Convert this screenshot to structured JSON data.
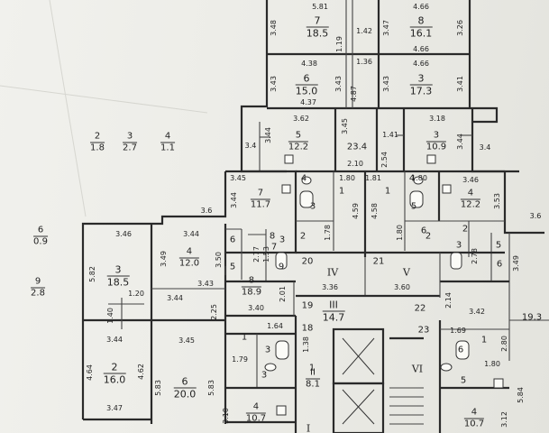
{
  "plan": {
    "dims": {
      "d_5_81": "5.81",
      "d_4_66_a": "4.66",
      "d_3_48": "3.48",
      "d_3_47": "3.47",
      "d_1_42": "1.42",
      "d_1_19": "1.19",
      "d_4_66_b": "4.66",
      "d_3_26_top": "3.26",
      "d_4_38": "4.38",
      "d_1_36": "1.36",
      "d_4_66_c": "4.66",
      "d_3_43_a": "3.43",
      "d_3_43_b": "3.43",
      "d_4_87": "4.87",
      "d_3_43_c": "3.43",
      "d_3_41": "3.41",
      "d_4_37": "4.37",
      "d_3_62": "3.62",
      "d_3_18": "3.18",
      "d_3_44_a": "3.44",
      "d_3_45_a": "3.45",
      "d_1_41": "1.41",
      "d_3_44_b": "3.44",
      "d_3_4_a": "3.4",
      "d_3_4_b": "3.4",
      "d_2_10": "2.10",
      "d_2_54": "2.54",
      "d_3_45_b": "3.45",
      "d_1_80_a": "1.80",
      "d_1_81": "1.81",
      "d_1_80_b": "1.80",
      "d_3_46_a": "3.46",
      "d_3_44_c": "3.44",
      "d_4_59": "4.59",
      "d_4_58": "4.58",
      "d_3_53": "3.53",
      "d_3_6_a": "3.6",
      "d_3_6_b": "3.6",
      "d_1_78": "1.78",
      "d_1_80_c": "1.80",
      "d_3_46_b": "3.46",
      "d_3_44_d": "3.44",
      "d_3_49_a": "3.49",
      "d_3_50": "3.50",
      "d_2_77": "2.77",
      "d_1_53": "1.53",
      "d_2_78": "2.78",
      "d_3_49_b": "3.49",
      "d_5_82": "5.82",
      "d_1_20": "1.20",
      "d_1_40": "1.40",
      "d_3_44_e": "3.44",
      "d_3_43_d": "3.43",
      "d_2_25": "2.25",
      "d_2_01": "2.01",
      "d_3_36": "3.36",
      "d_3_60": "3.60",
      "d_2_14": "2.14",
      "d_3_42": "3.42",
      "d_3_40": "3.40",
      "d_1_64": "1.64",
      "d_1_69": "1.69",
      "d_3_44_f": "3.44",
      "d_3_45_c": "3.45",
      "d_1_79": "1.79",
      "d_2_80": "2.80",
      "d_1_80_d": "1.80",
      "d_4_64": "4.64",
      "d_4_62": "4.62",
      "d_5_83_a": "5.83",
      "d_5_83_b": "5.83",
      "d_5_84": "5.84",
      "d_3_47_b": "3.47",
      "d_3_10": "3.10",
      "d_3_12": "3.12",
      "d_1_38": "1.38"
    },
    "rooms": {
      "r7_top": {
        "num": "7",
        "area": "18.5"
      },
      "r8_top": {
        "num": "8",
        "area": "16.1"
      },
      "r6_top": {
        "num": "6",
        "area": "15.0"
      },
      "r3_top": {
        "num": "3",
        "area": "17.3"
      },
      "r5_mid": {
        "num": "5",
        "area": "12.2"
      },
      "r23_4": {
        "num": "",
        "area": "23.4"
      },
      "r3_mid": {
        "num": "3",
        "area": "10.9"
      },
      "r7_mid": {
        "num": "7",
        "area": "11.7"
      },
      "r4_mid": {
        "num": "4",
        "area": "12.2"
      },
      "r3_left": {
        "num": "3",
        "area": "18.5"
      },
      "r4_left": {
        "num": "4",
        "area": "12.0"
      },
      "r8_mid": {
        "num": "8",
        "area": "18.9"
      },
      "r2_left": {
        "num": "2",
        "area": "16.0"
      },
      "r6_left": {
        "num": "6",
        "area": "20.0"
      },
      "r4_bl": {
        "num": "4",
        "area": "10.7"
      },
      "r4_br": {
        "num": "4",
        "area": "10.7"
      },
      "rIII": {
        "num": "III",
        "area": "14.7"
      },
      "rII": {
        "num": "II",
        "area": "8.1"
      },
      "rRight": {
        "num": "",
        "area": "19.3"
      }
    },
    "legend": {
      "l2": {
        "num": "2",
        "area": "1.8"
      },
      "l3": {
        "num": "3",
        "area": "2.7"
      },
      "l4": {
        "num": "4",
        "area": "1.1"
      },
      "l6": {
        "num": "6",
        "area": "0.9"
      },
      "l9": {
        "num": "9",
        "area": "2.8"
      }
    },
    "labels": {
      "IV": "IV",
      "V": "V",
      "VI": "VI",
      "I": "I",
      "n19": "19",
      "n20": "20",
      "n21": "21",
      "n22": "22",
      "n23": "23",
      "n18": "18",
      "n1_a": "1",
      "n1_b": "1",
      "n1_c": "1",
      "n1_d": "1",
      "n2_a": "2",
      "n2_b": "2",
      "n2_c": "2",
      "n3_a": "3",
      "n3_b": "3",
      "n3_c": "3",
      "n3_d": "3",
      "n3_e": "3",
      "n4_a": "4",
      "n4_b": "4",
      "n5_a": "5",
      "n5_b": "5",
      "n5_c": "5",
      "n5_d": "5",
      "n6_a": "6",
      "n6_b": "6",
      "n6_c": "6",
      "n6_d": "6",
      "n9": "9",
      "n8_b": "8",
      "n7_b": "7",
      "n1_e": "1"
    }
  }
}
